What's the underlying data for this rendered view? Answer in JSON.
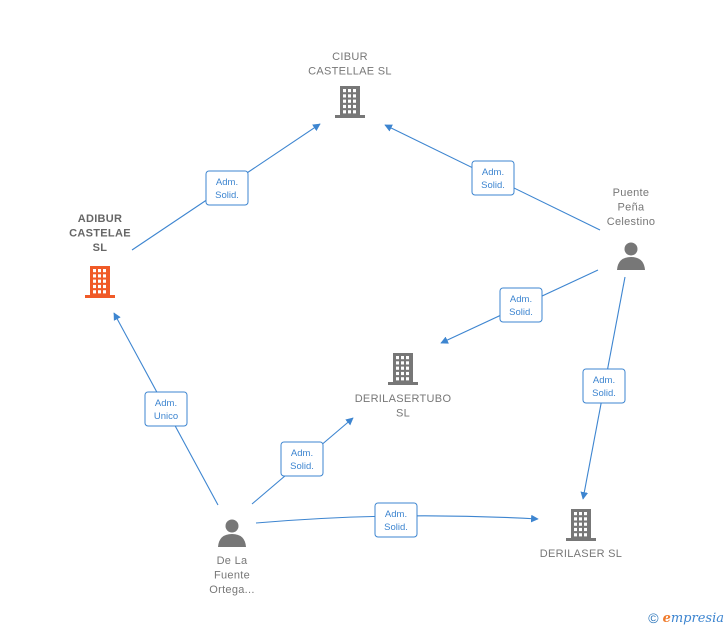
{
  "colors": {
    "edge": "#3d85d0",
    "company": "#777777",
    "focus_company": "#f05a28",
    "person": "#777777"
  },
  "nodes": [
    {
      "id": "cibur",
      "type": "company",
      "icon": "building-icon",
      "lines": [
        "CIBUR",
        "CASTELLAE  SL"
      ]
    },
    {
      "id": "adibur",
      "type": "company",
      "focus": true,
      "icon": "building-icon",
      "lines": [
        "ADIBUR",
        "CASTELAE",
        "SL"
      ]
    },
    {
      "id": "puente",
      "type": "person",
      "icon": "person-icon",
      "lines": [
        "Puente",
        "Peña",
        "Celestino"
      ]
    },
    {
      "id": "derilasertubo",
      "type": "company",
      "icon": "building-icon",
      "lines": [
        "DERILASERTUBO",
        "SL"
      ]
    },
    {
      "id": "delafuente",
      "type": "person",
      "icon": "person-icon",
      "lines": [
        "De La",
        "Fuente",
        "Ortega..."
      ]
    },
    {
      "id": "derilaser",
      "type": "company",
      "icon": "building-icon",
      "lines": [
        "DERILASER  SL"
      ]
    }
  ],
  "edges": [
    {
      "from": "adibur",
      "to": "cibur",
      "label": [
        "Adm.",
        "Solid."
      ]
    },
    {
      "from": "puente",
      "to": "cibur",
      "label": [
        "Adm.",
        "Solid."
      ]
    },
    {
      "from": "puente",
      "to": "derilasertubo",
      "label": [
        "Adm.",
        "Solid."
      ]
    },
    {
      "from": "puente",
      "to": "derilaser",
      "label": [
        "Adm.",
        "Solid."
      ]
    },
    {
      "from": "delafuente",
      "to": "adibur",
      "label": [
        "Adm.",
        "Unico"
      ]
    },
    {
      "from": "delafuente",
      "to": "derilasertubo",
      "label": [
        "Adm.",
        "Solid."
      ]
    },
    {
      "from": "delafuente",
      "to": "derilaser",
      "label": [
        "Adm.",
        "Solid."
      ]
    }
  ],
  "footer": {
    "copyright": "©",
    "brand_initial": "e",
    "brand_rest": "mpresia"
  }
}
